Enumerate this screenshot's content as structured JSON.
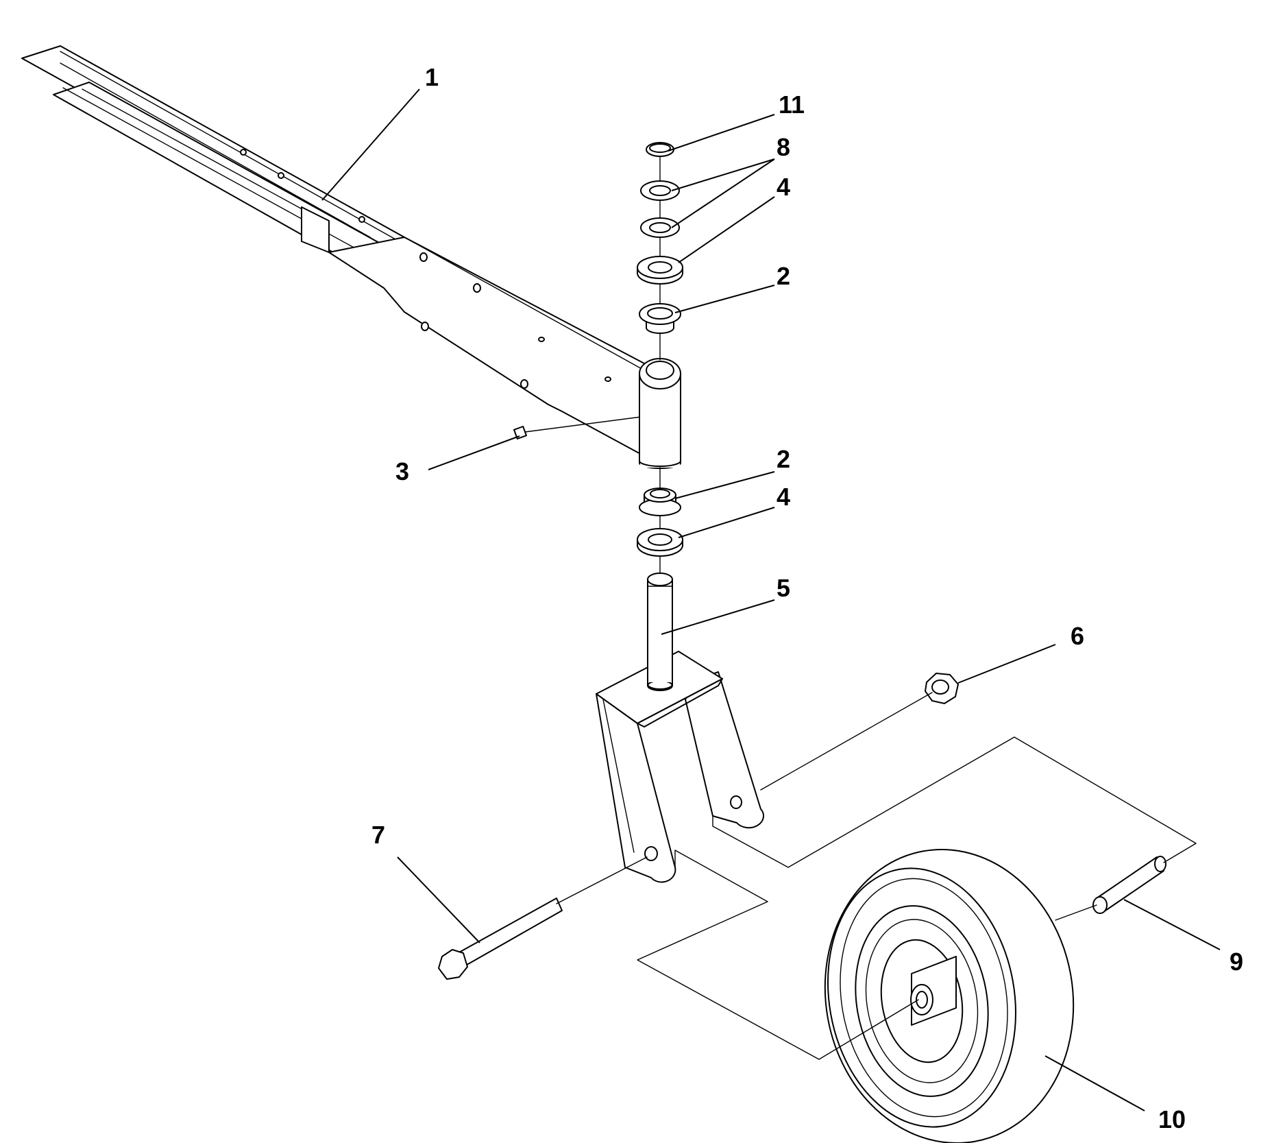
{
  "diagram": {
    "type": "exploded-parts-view",
    "callouts": [
      {
        "label": "1"
      },
      {
        "label": "11"
      },
      {
        "label": "8"
      },
      {
        "label": "4"
      },
      {
        "label": "2"
      },
      {
        "label": "3"
      },
      {
        "label": "2"
      },
      {
        "label": "4"
      },
      {
        "label": "5"
      },
      {
        "label": "6"
      },
      {
        "label": "7"
      },
      {
        "label": "9"
      },
      {
        "label": "10"
      }
    ]
  }
}
